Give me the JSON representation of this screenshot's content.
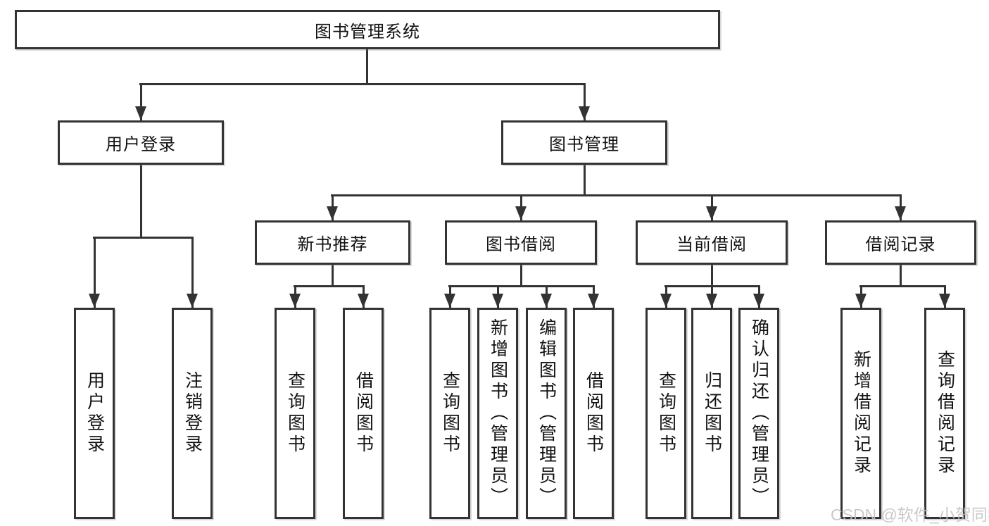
{
  "diagram": {
    "root": "图书管理系统",
    "level2": [
      "用户登录",
      "图书管理"
    ],
    "level3": [
      "新书推荐",
      "图书借阅",
      "当前借阅",
      "借阅记录"
    ],
    "leaves": [
      "用户登录",
      "注销登录",
      "查询图书",
      "借阅图书",
      "查询图书",
      "新增图书（管理员）",
      "编辑图书（管理员）",
      "借阅图书",
      "查询图书",
      "归还图书",
      "确认归还（管理员）",
      "新增借阅记录",
      "查询借阅记录"
    ]
  },
  "watermark": "CSDN @软件_小贺同学",
  "colors": {
    "line": "#333333",
    "box_fill": "#ffffff",
    "text": "#111111",
    "watermark": "#c4c4c4"
  }
}
